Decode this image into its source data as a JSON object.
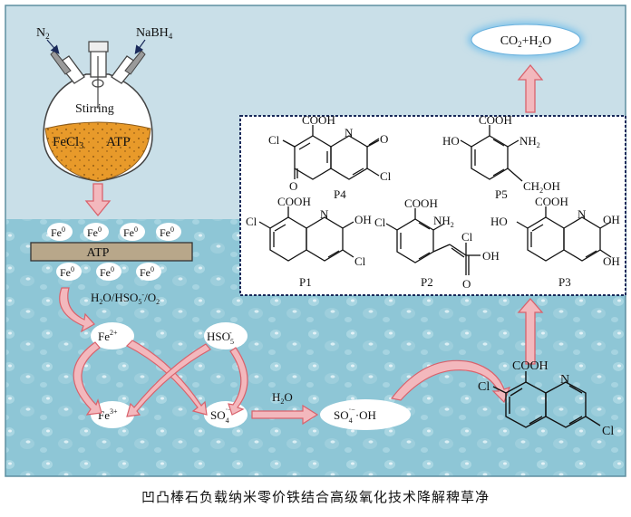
{
  "caption": "凹凸棒石负载纳米零价铁结合高级氧化技术降解稗草净",
  "flask": {
    "n2_base": "N",
    "n2_sub": "2",
    "nabh4_base": "NaBH",
    "nabh4_sub": "4",
    "stirring": "Stirring",
    "fecl3_base": "FeCl",
    "fecl3_sub": "3",
    "atp": "ATP"
  },
  "support": {
    "label": "ATP",
    "fe_top": [
      "Fe",
      "Fe",
      "Fe",
      "Fe"
    ],
    "fe_bottom": [
      "Fe",
      "Fe",
      "Fe"
    ],
    "fe_sup": "0"
  },
  "reaction": {
    "oxidants": {
      "h2o": "H",
      "sub2": "2",
      "o_hso": "O/HSO",
      "sub5": "5",
      "minus": "-",
      "o2": "/O",
      "sub2b": "2"
    },
    "fe2": {
      "base": "Fe",
      "sup": "2+"
    },
    "fe3": {
      "base": "Fe",
      "sup": "3+"
    },
    "hso5": {
      "base": "HSO",
      "sup": "-",
      "sub": "5"
    },
    "so4": {
      "base": "SO",
      "sup": "·−",
      "sub": "4"
    },
    "water": {
      "base": "H",
      "sub": "2",
      "tail": "O"
    },
    "so4_oh": {
      "base": "SO",
      "sup": "·−",
      "sub": "4",
      "tail": "·OH"
    }
  },
  "products": {
    "co2h2o": {
      "co": "CO",
      "sub": "2",
      "mid": "+H",
      "sub2": "2",
      "tail": "O"
    },
    "labels": [
      "P4",
      "P5",
      "P1",
      "P2",
      "P3"
    ]
  },
  "quinclorac": {
    "cooh": "COOH",
    "cl1": "Cl",
    "n": "N",
    "cl2": "Cl"
  },
  "molecules": {
    "p4": {
      "cooh": "COOH",
      "cl": "Cl",
      "n": "N",
      "o1": "O",
      "o2": "O",
      "cl2": "Cl"
    },
    "p5": {
      "cooh": "COOH",
      "ho": "HO",
      "nh": "NH",
      "sub": "2",
      "ch": "CH",
      "sub2": "2",
      "oh": "OH"
    },
    "p1": {
      "cooh": "COOH",
      "cl": "Cl",
      "n": "N",
      "oh": "OH",
      "cl2": "Cl"
    },
    "p2": {
      "cooh": "COOH",
      "cl": "Cl",
      "nh": "NH",
      "sub": "2",
      "cl2": "Cl",
      "oh": "OH",
      "o": "O"
    },
    "p3": {
      "cooh": "COOH",
      "ho": "HO",
      "n": "N",
      "oh1": "OH",
      "oh2": "OH"
    }
  },
  "colors": {
    "top_bg": "#c9dfe8",
    "bottom_bg": "#8ec6d6",
    "flask_fill": "#e89a2a",
    "support_bar": "#b8a78a",
    "arrow_fill": "#f3b8bd",
    "arrow_stroke": "#d9626c",
    "ellipse_glow": "#7ec3ea"
  }
}
